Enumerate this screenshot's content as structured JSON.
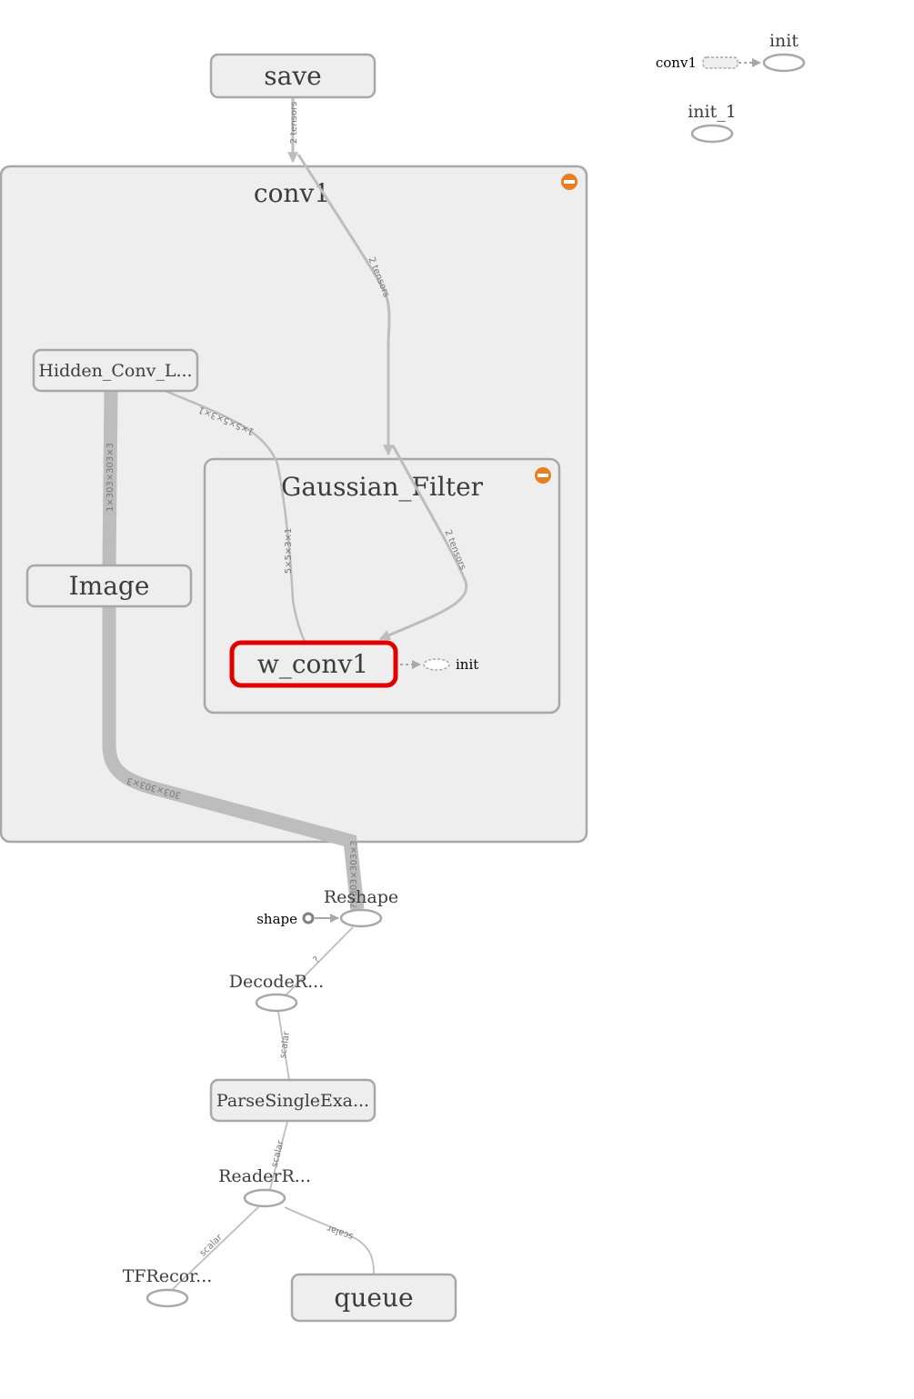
{
  "colors": {
    "group_fill": "#eeeeee",
    "node_border": "#a8a8a8",
    "edge": "#bdbdbd",
    "selected": "#e00000",
    "collapse_button": "#e67e22"
  },
  "icons": [
    "expand-collapse-icon"
  ],
  "groups": {
    "conv1": {
      "label": "conv1"
    },
    "gaussian": {
      "label": "Gaussian_Filter"
    }
  },
  "nodes": {
    "save": "save",
    "hidden_conv": "Hidden_Conv_L...",
    "image": "Image",
    "w_conv1": "w_conv1",
    "w_conv1_init": "init",
    "init": "init",
    "init_1": "init_1",
    "conv1_small": "conv1",
    "reshape": "Reshape",
    "shape": "shape",
    "decode": "DecodeR...",
    "parse": "ParseSingleExa...",
    "reader": "ReaderR...",
    "tfrecord": "TFRecor...",
    "queue": "queue"
  },
  "edge_labels": {
    "save_conv1": "2 tensors",
    "conv1_gaussian": "2 tensors",
    "gaussian_wconv1": "2 tensors",
    "hidden_top": "1×5×5×3×1",
    "hidden_down": "5×5×3×1",
    "hidden_image": "1×303×303×3",
    "image_conv1": "303×303×3",
    "conv1_reshape": "?×303×303×3",
    "reshape_decode": "?",
    "decode_parse": "scalar",
    "parse_reader": "scalar",
    "reader_tfrecord": "scalar",
    "reader_queue": "scalar"
  }
}
